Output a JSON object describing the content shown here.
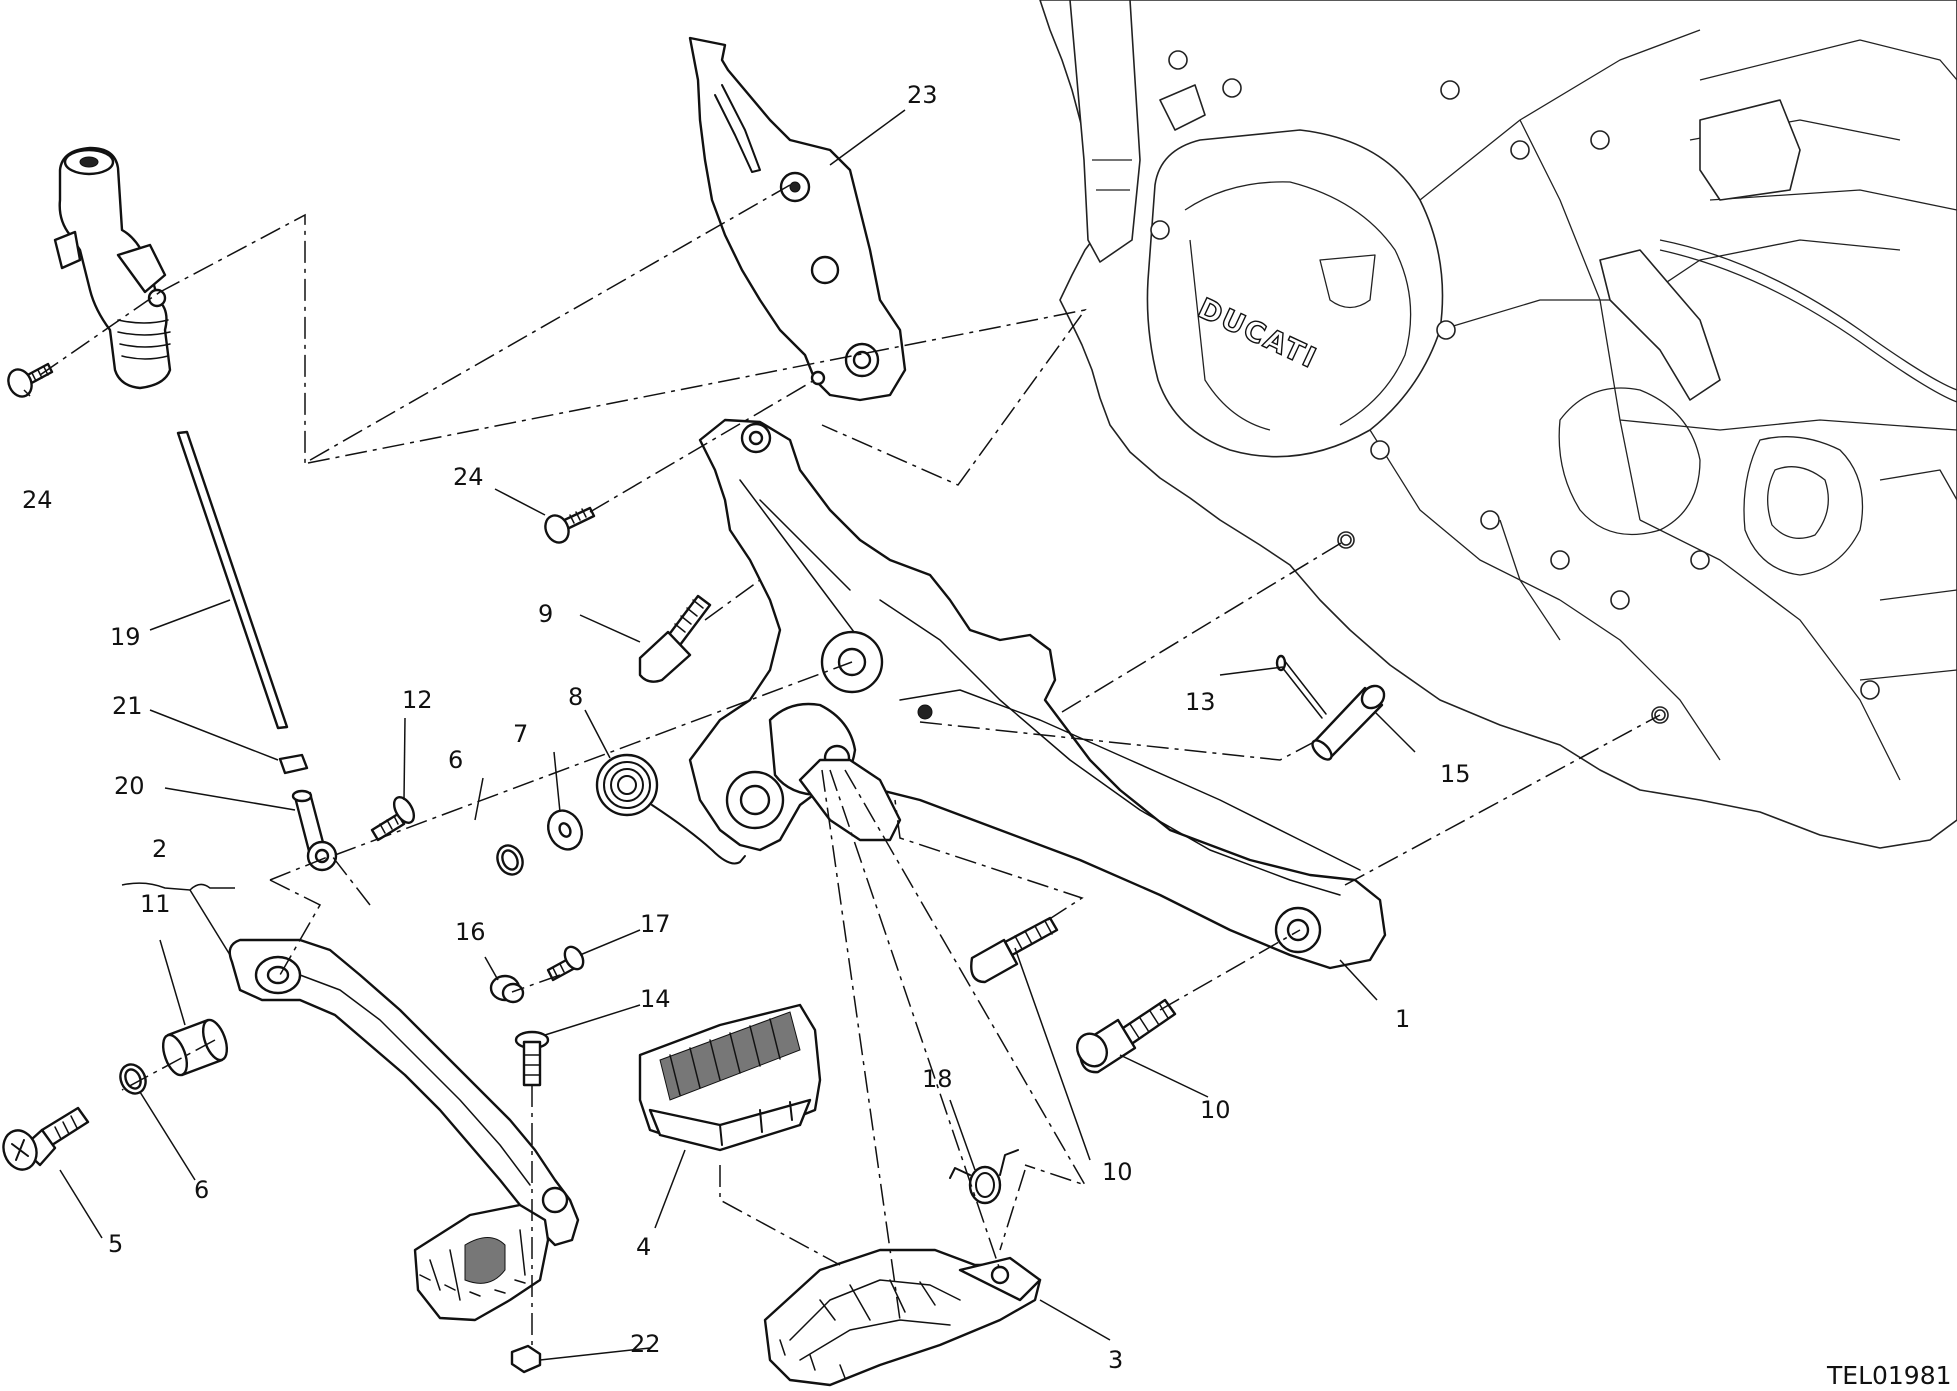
{
  "drawing": {
    "code": "TEL01981",
    "engine_brand": "DUCATI"
  },
  "callouts": [
    {
      "id": "c1",
      "text": "1"
    },
    {
      "id": "c2",
      "text": "2"
    },
    {
      "id": "c3",
      "text": "3"
    },
    {
      "id": "c4",
      "text": "4"
    },
    {
      "id": "c5",
      "text": "5"
    },
    {
      "id": "c6a",
      "text": "6"
    },
    {
      "id": "c6b",
      "text": "6"
    },
    {
      "id": "c7",
      "text": "7"
    },
    {
      "id": "c8",
      "text": "8"
    },
    {
      "id": "c9",
      "text": "9"
    },
    {
      "id": "c10a",
      "text": "10"
    },
    {
      "id": "c10b",
      "text": "10"
    },
    {
      "id": "c11",
      "text": "11"
    },
    {
      "id": "c12",
      "text": "12"
    },
    {
      "id": "c13",
      "text": "13"
    },
    {
      "id": "c14",
      "text": "14"
    },
    {
      "id": "c15",
      "text": "15"
    },
    {
      "id": "c16",
      "text": "16"
    },
    {
      "id": "c17",
      "text": "17"
    },
    {
      "id": "c18",
      "text": "18"
    },
    {
      "id": "c19",
      "text": "19"
    },
    {
      "id": "c20",
      "text": "20"
    },
    {
      "id": "c21",
      "text": "21"
    },
    {
      "id": "c22",
      "text": "22"
    },
    {
      "id": "c23",
      "text": "23"
    },
    {
      "id": "c24a",
      "text": "24"
    },
    {
      "id": "c24b",
      "text": "24"
    }
  ]
}
